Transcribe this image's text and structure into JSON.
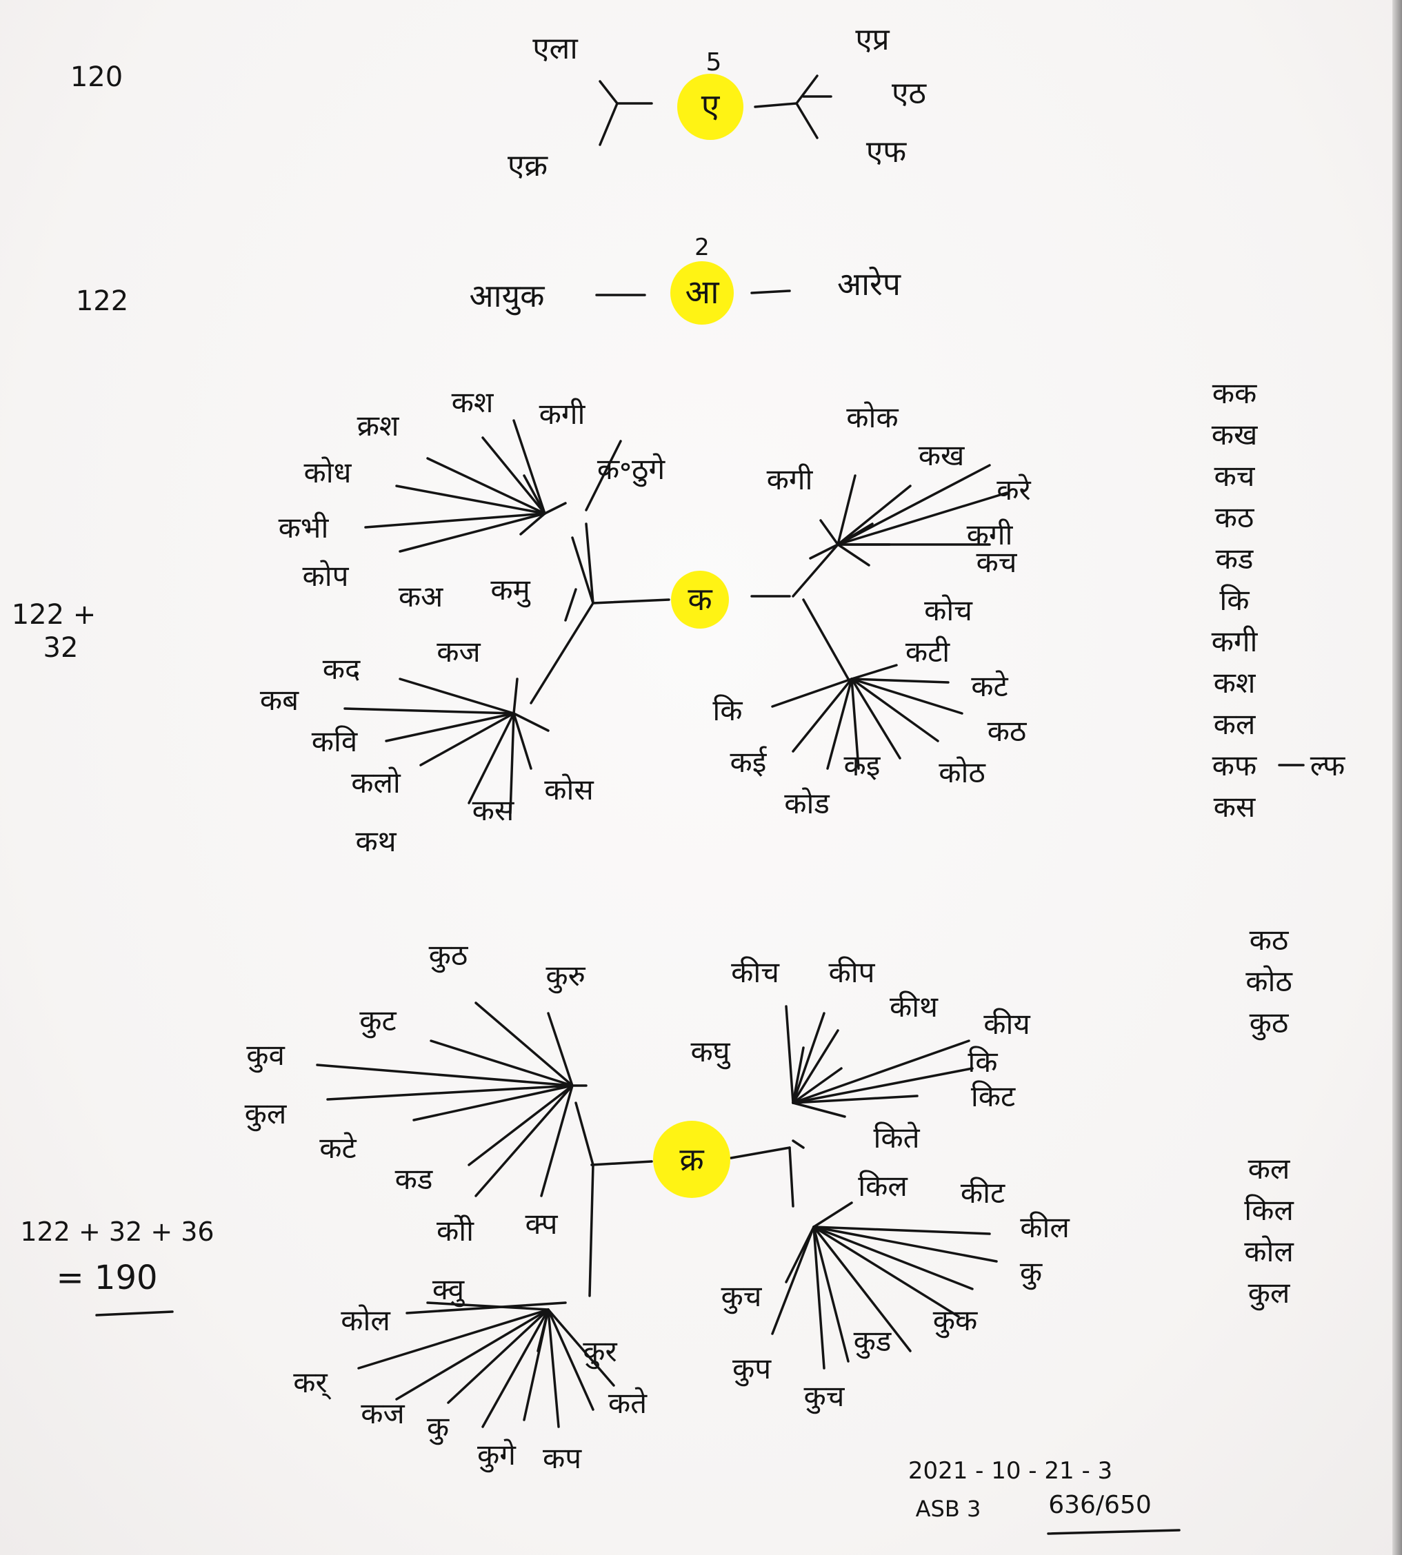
{
  "colors": {
    "ink": "#141414",
    "highlight": "#fff200",
    "paper": "#f7f5f4"
  },
  "margin_counts": [
    "120",
    "122",
    "122 +\n32",
    "122 + 32 + 36",
    "= 190"
  ],
  "sections": [
    {
      "id": "ru",
      "count": "5",
      "center": "ए",
      "left_words": [
        "एला",
        "एक्र"
      ],
      "right_words": [
        "एप्र",
        "एठ",
        "एफ"
      ]
    },
    {
      "id": "aa",
      "count": "2",
      "center": "आ",
      "left_words": [
        "आयुक"
      ],
      "right_words": [
        "आरेप"
      ]
    },
    {
      "id": "ka",
      "center": "क",
      "top_left_words": [
        "क्रश",
        "कश",
        "कगी",
        "क॰ठुगे",
        "कोध",
        "कभी",
        "कोप",
        "कअ",
        "कमु"
      ],
      "bottom_left_words": [
        "कद",
        "कज",
        "कब",
        "कवि",
        "कलो",
        "कथ",
        "कस",
        "कोस"
      ],
      "top_right_words": [
        "कोक",
        "कगी",
        "कख",
        "करे",
        "कगी",
        "कच",
        "कोच"
      ],
      "bottom_right_words": [
        "कटी",
        "कटे",
        "कठ",
        "कोठ",
        "कइ",
        "कोड",
        "कि",
        "कई"
      ],
      "side_list": [
        "कक",
        "कख",
        "कच",
        "कठ",
        "कड",
        "कि",
        "कगी",
        "कश",
        "कल",
        "कफ",
        "कस"
      ],
      "side_list_extra": "ल्फ"
    },
    {
      "id": "kra",
      "center": "क्र",
      "top_left_words": [
        "कुठ",
        "कुरु",
        "कुट",
        "कुव",
        "कुल",
        "कटे",
        "कड",
        "कोी",
        "क्प"
      ],
      "bottom_left_words": [
        "कोल",
        "क्वु",
        "कर्",
        "कज",
        "कु",
        "कुगे",
        "कुर",
        "कते",
        "कप"
      ],
      "top_right_words": [
        "कीच",
        "कीप",
        "कीथ",
        "कीय",
        "कघु",
        "कि",
        "किट",
        "किते"
      ],
      "bottom_right_words": [
        "किल",
        "कीट",
        "कील",
        "कु",
        "कुक",
        "कुड",
        "कुच",
        "कुप",
        "कुच"
      ],
      "side_list_a": [
        "कठ",
        "कोठ",
        "कुठ"
      ],
      "side_list_b": [
        "कल",
        "किल",
        "कोल",
        "कुल"
      ]
    }
  ],
  "footer": {
    "date_code": "2021 - 10 - 21 - 3",
    "book_code": "ASB 3",
    "page_ratio": "636/650"
  }
}
